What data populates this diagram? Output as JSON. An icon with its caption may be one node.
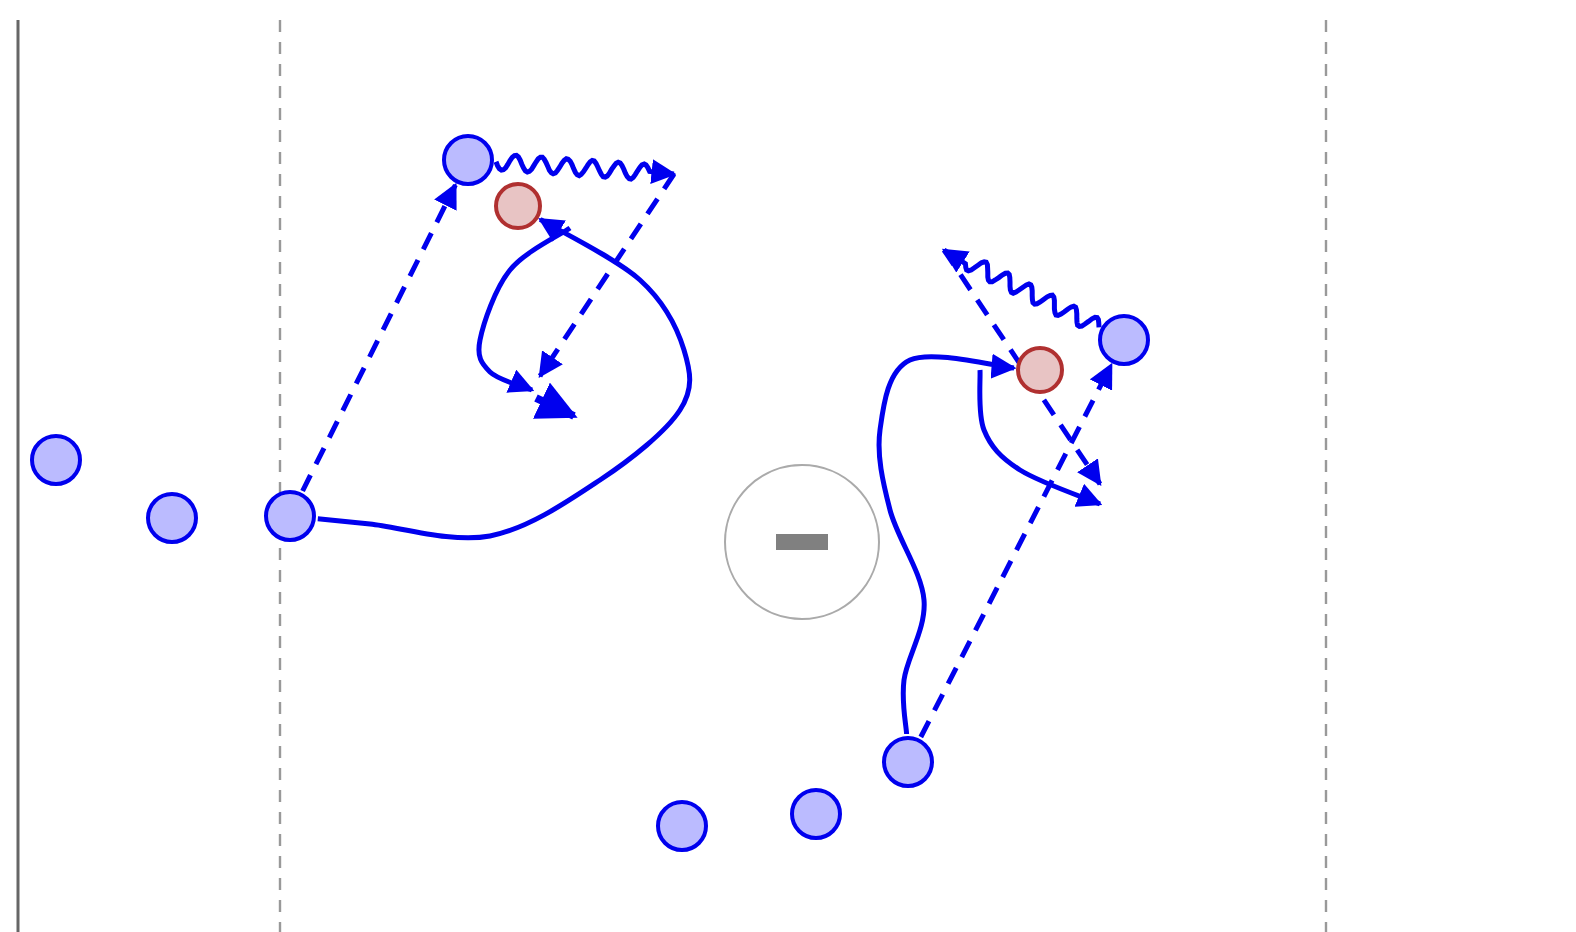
{
  "diagram": {
    "nodes": [
      {
        "text": [],
        "shape": "circle"
      },
      {
        "text": [],
        "shape": "circle"
      },
      {
        "text": [],
        "shape": "circle"
      },
      {
        "text": [],
        "shape": "circle"
      },
      {
        "text": [],
        "shape": "circle"
      },
      {
        "text": [],
        "shape": "circle"
      },
      {
        "text": [],
        "shape": "circle"
      },
      {
        "text": [],
        "shape": "circle"
      },
      {
        "text": [],
        "shape": "circle"
      },
      {
        "text": [],
        "shape": "circle"
      },
      {
        "text": [],
        "shape": "circle"
      }
    ],
    "edges": [
      {
        "from": 2,
        "to": 3,
        "arrow": "to",
        "style": "dashed"
      },
      {
        "from": 3,
        "to": null,
        "arrow": "to"
      },
      {
        "from": 2,
        "to": 4,
        "arrow": "to"
      },
      {
        "from": 8,
        "to": 10,
        "arrow": "to",
        "style": "dashed"
      },
      {
        "from": 10,
        "to": null,
        "arrow": "to"
      },
      {
        "from": 8,
        "to": 9,
        "arrow": "to"
      }
    ]
  }
}
